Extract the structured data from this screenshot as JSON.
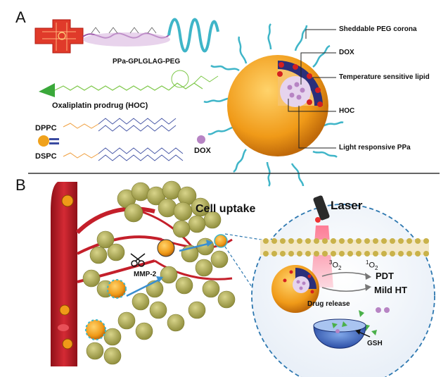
{
  "panelA": {
    "letter": "A",
    "conjugate_label": "PPa-GPLGLAG-PEG",
    "prodrug_label": "Oxaliplatin prodrug (HOC)",
    "lipid1": "DPPC",
    "lipid2": "DSPC",
    "dox_legend": "DOX",
    "callouts": [
      "Sheddable PEG corona",
      "DOX",
      "Temperature sensitive lipid",
      "HOC",
      "Light responsive PPa"
    ]
  },
  "panelB": {
    "letter": "B",
    "cell_uptake": "Cell uptake",
    "laser": "Laser",
    "mmp": "MMP-2",
    "o2_triplet_sup": "3",
    "o2_triplet": "O",
    "o2_triplet_sub": "2",
    "o2_singlet_sup": "1",
    "o2_singlet": "O",
    "o2_singlet_sub": "2",
    "pdt": "PDT",
    "mild_ht": "Mild HT",
    "drug_release": "Drug release",
    "gsh": "GSH"
  },
  "colors": {
    "vessel": "#c41f2a",
    "tumor": "#a6a64a",
    "peg": "#3fb5c8",
    "particle": "#f0a21c",
    "dox": "#b784c4",
    "ppa": "#d42020",
    "laser": "#e05070",
    "dashed": "#2e78b0"
  }
}
